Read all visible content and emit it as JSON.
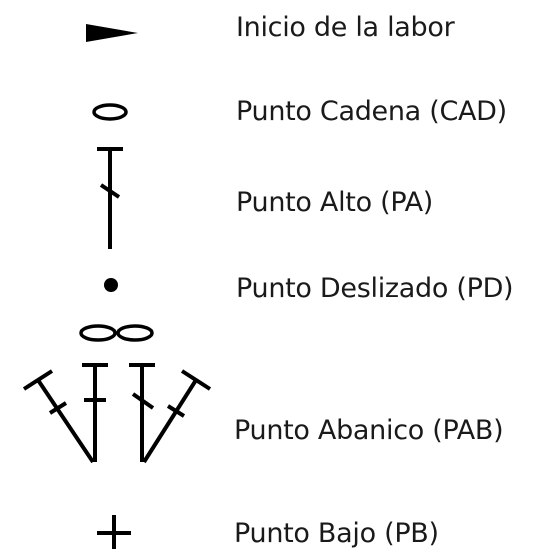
{
  "legend": {
    "ink_color": "#000000",
    "items": [
      {
        "icon": "start-arrow-icon",
        "label": "Inicio de la labor"
      },
      {
        "icon": "chain-stitch-oval-icon",
        "label": "Punto Cadena (CAD)"
      },
      {
        "icon": "double-crochet-icon",
        "label": "Punto Alto (PA)"
      },
      {
        "icon": "slip-stitch-dot-icon",
        "label": "Punto Deslizado (PD)"
      },
      {
        "icon": "fan-stitch-icon",
        "label": "Punto Abanico (PAB)"
      },
      {
        "icon": "single-crochet-cross-icon",
        "label": "Punto Bajo (PB)"
      }
    ]
  }
}
